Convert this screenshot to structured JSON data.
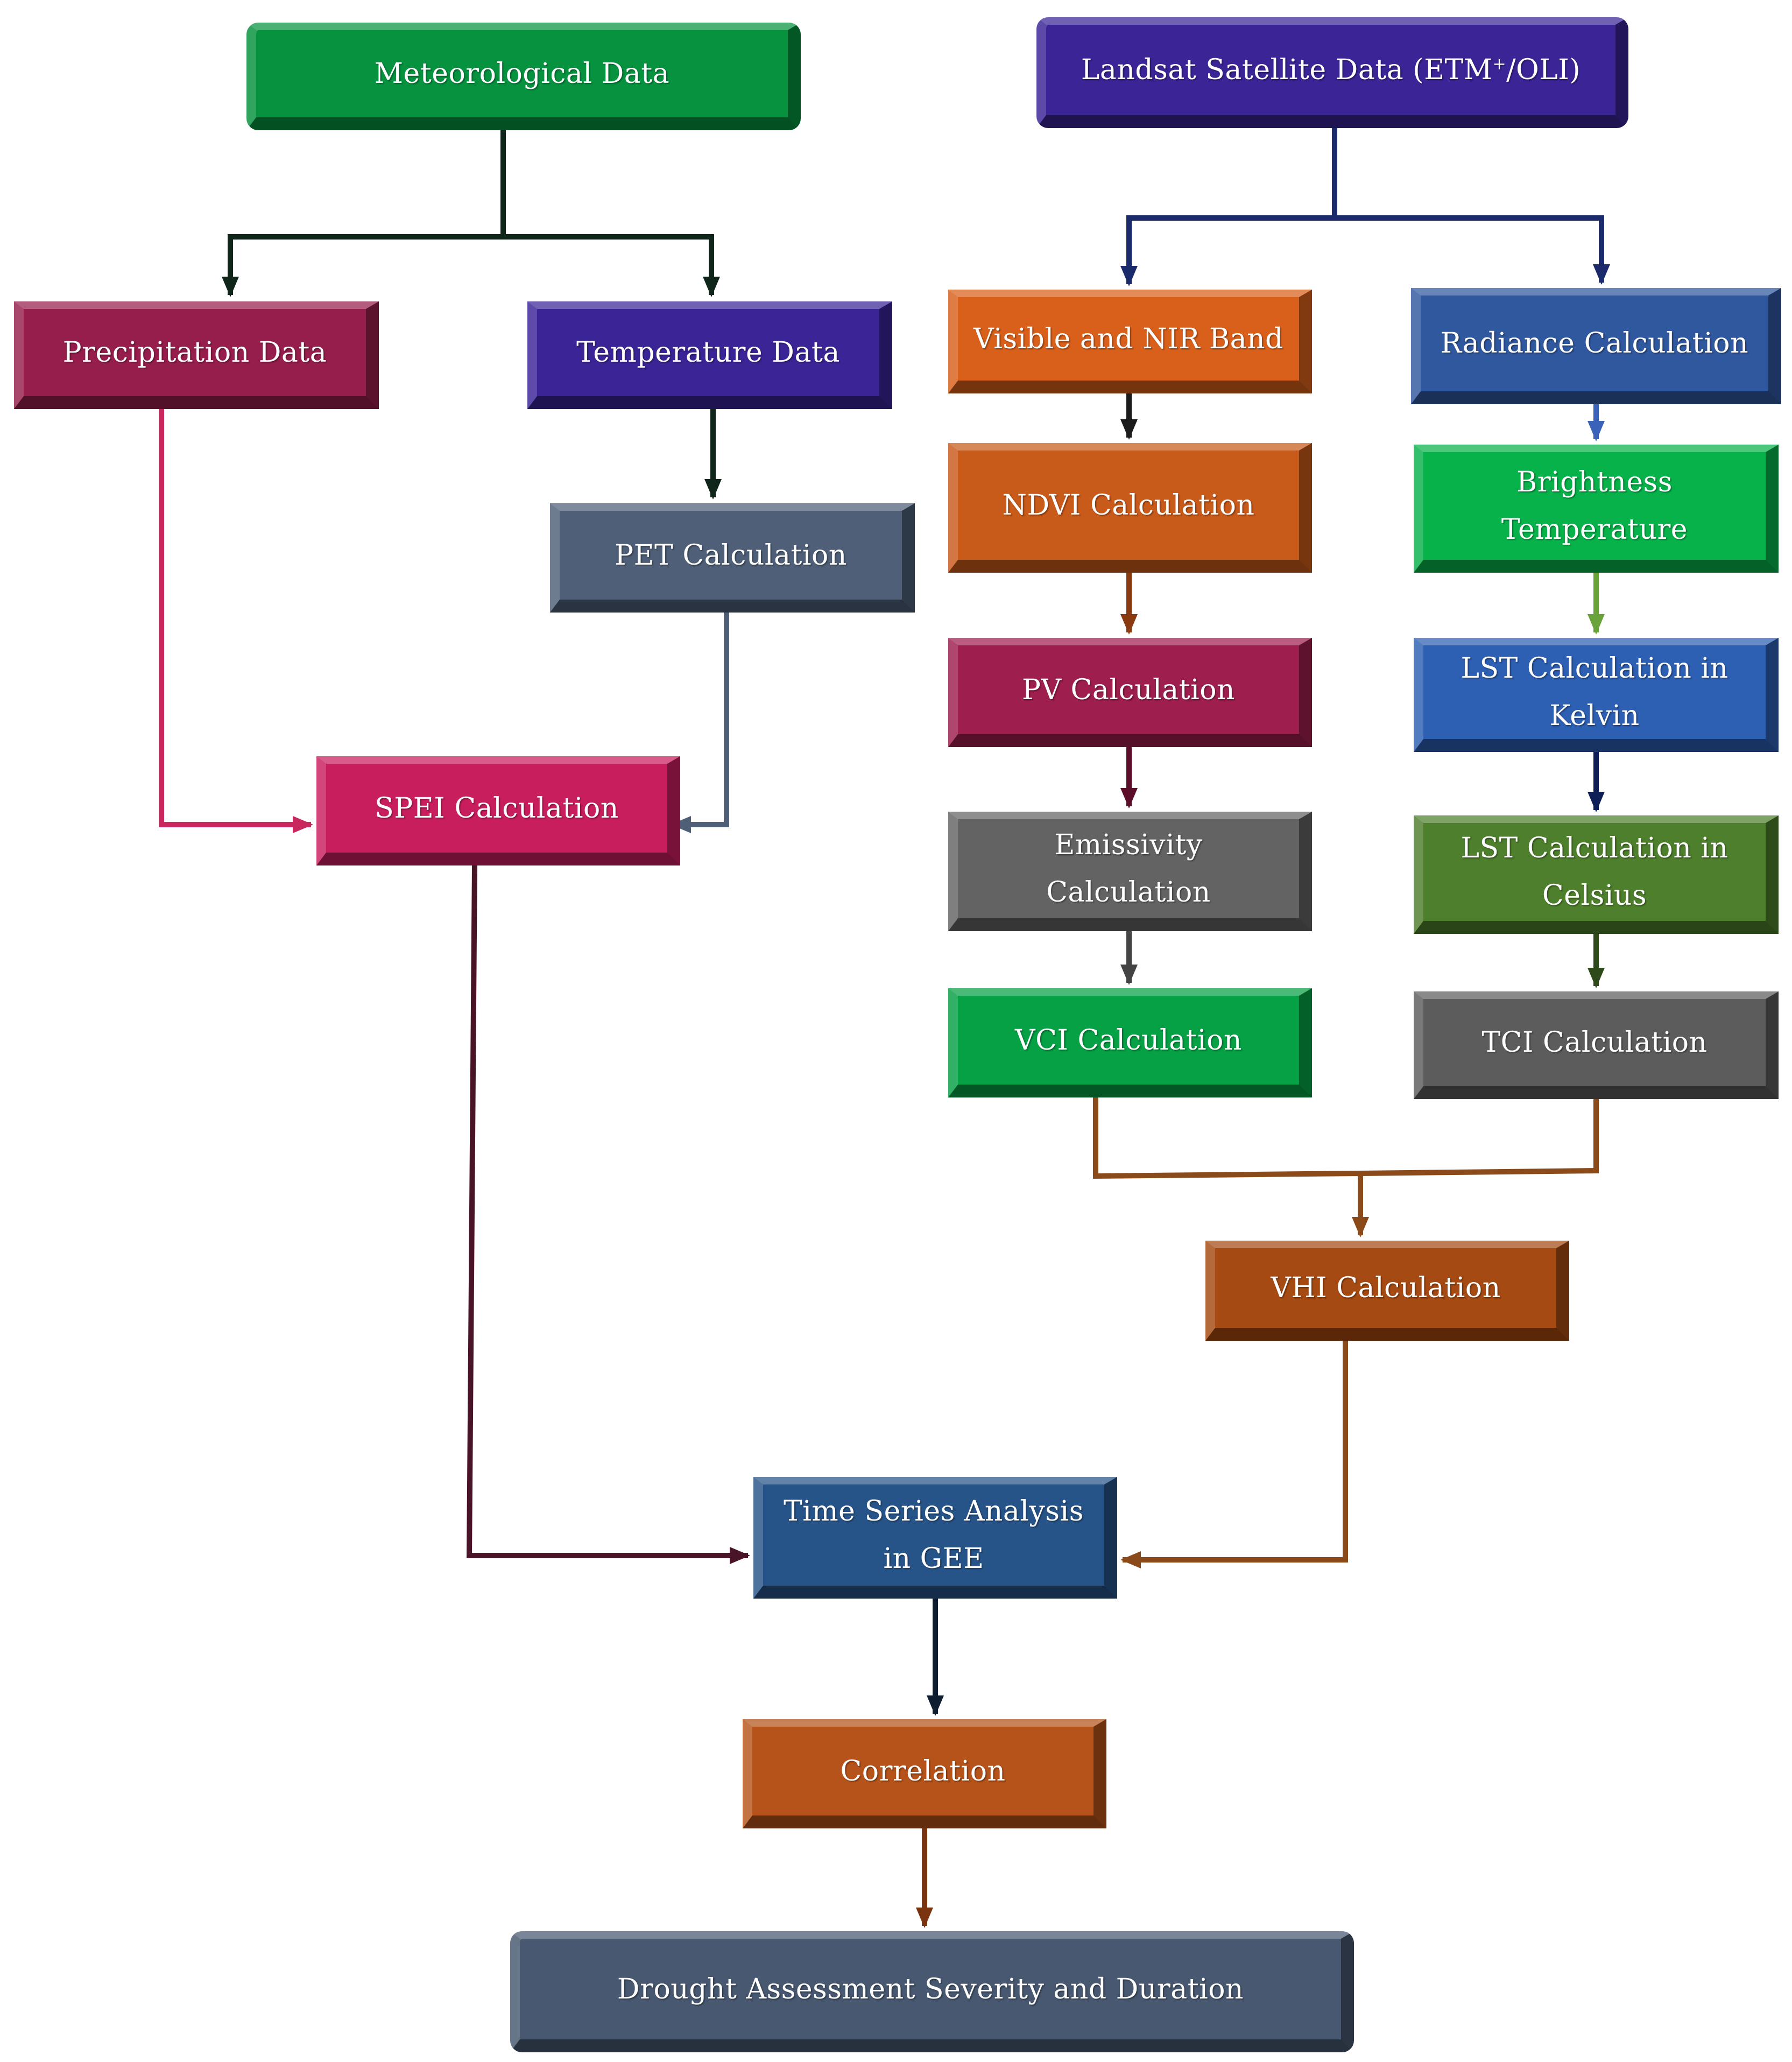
{
  "diagram": {
    "nodes": {
      "meteorological": [
        "Meteorological Data"
      ],
      "landsat": [
        "Landsat Satellite Data (ETM",
        "+",
        "/OLI)"
      ],
      "precipitation": [
        "Precipitation Data"
      ],
      "temperature": [
        "Temperature Data"
      ],
      "pet": [
        "PET Calculation"
      ],
      "spei": [
        "SPEI Calculation"
      ],
      "visible_nir": [
        "Visible and NIR Band"
      ],
      "ndvi": [
        "NDVI Calculation"
      ],
      "pv": [
        "PV Calculation"
      ],
      "emissivity": [
        "Emissivity",
        "Calculation"
      ],
      "vci": [
        "VCI Calculation"
      ],
      "radiance": [
        "Radiance Calculation"
      ],
      "brightness": [
        "Brightness",
        "Temperature"
      ],
      "lst_kelvin": [
        "LST Calculation in",
        "Kelvin"
      ],
      "lst_celsius": [
        "LST Calculation in",
        "Celsius"
      ],
      "tci": [
        "TCI Calculation"
      ],
      "vhi": [
        "VHI Calculation"
      ],
      "time_series": [
        "Time Series Analysis",
        "in GEE"
      ],
      "correlation": [
        "Correlation"
      ],
      "drought": [
        "Drought Assessment Severity and Duration"
      ]
    },
    "connectors": [
      {
        "from": "meteorological",
        "to": "precipitation",
        "color": "#10261a"
      },
      {
        "from": "meteorological",
        "to": "temperature",
        "color": "#10261a"
      },
      {
        "from": "landsat",
        "to": "visible_nir",
        "color": "#1a2a6a"
      },
      {
        "from": "landsat",
        "to": "radiance",
        "color": "#1a2a6a"
      },
      {
        "from": "temperature",
        "to": "pet",
        "color": "#10261a"
      },
      {
        "from": "precipitation",
        "to": "spei",
        "color": "#c8285e"
      },
      {
        "from": "pet",
        "to": "spei",
        "color": "#4e5f77"
      },
      {
        "from": "visible_nir",
        "to": "ndvi",
        "color": "#1c1c1c"
      },
      {
        "from": "ndvi",
        "to": "pv",
        "color": "#8a3a10"
      },
      {
        "from": "pv",
        "to": "emissivity",
        "color": "#5a0e2a"
      },
      {
        "from": "emissivity",
        "to": "vci",
        "color": "#444444"
      },
      {
        "from": "radiance",
        "to": "brightness",
        "color": "#3a62b8"
      },
      {
        "from": "brightness",
        "to": "lst_kelvin",
        "color": "#6aa33a"
      },
      {
        "from": "lst_kelvin",
        "to": "lst_celsius",
        "color": "#0e1e56"
      },
      {
        "from": "lst_celsius",
        "to": "tci",
        "color": "#2e4a1a"
      },
      {
        "from": "vci",
        "to": "vhi",
        "color": "#8a4a1a"
      },
      {
        "from": "tci",
        "to": "vhi",
        "color": "#8a4a1a"
      },
      {
        "from": "spei",
        "to": "time_series",
        "color": "#4a1428"
      },
      {
        "from": "vhi",
        "to": "time_series",
        "color": "#8a4a1a"
      },
      {
        "from": "time_series",
        "to": "correlation",
        "color": "#0e1e30"
      },
      {
        "from": "correlation",
        "to": "drought",
        "color": "#7a3410"
      }
    ]
  }
}
